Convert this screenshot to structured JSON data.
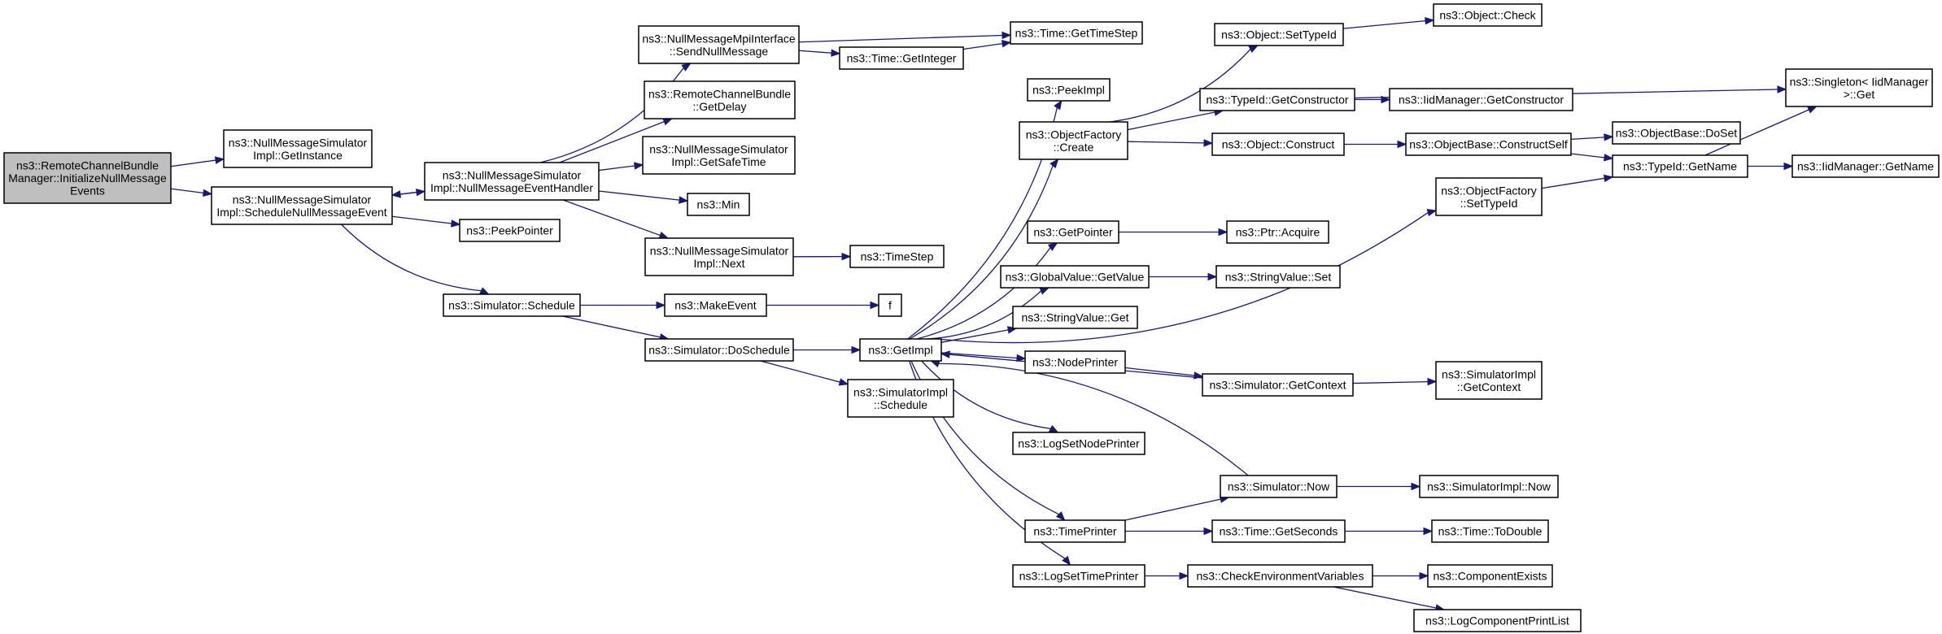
{
  "colors": {
    "background": "#ffffff",
    "node_fill": "#ffffff",
    "root_fill": "#bfbfbf",
    "node_border": "#000000",
    "truncated_border": "#ff0000",
    "edge": "#191970"
  },
  "nodes": [
    {
      "id": "root",
      "lines": [
        "ns3::RemoteChannelBundle",
        "Manager::InitializeNullMessage",
        "Events"
      ],
      "root": true
    },
    {
      "id": "getinstance",
      "lines": [
        "ns3::NullMessageSimulator",
        "Impl::GetInstance"
      ]
    },
    {
      "id": "schednull",
      "lines": [
        "ns3::NullMessageSimulator",
        "Impl::ScheduleNullMessageEvent"
      ]
    },
    {
      "id": "handler",
      "lines": [
        "ns3::NullMessageSimulator",
        "Impl::NullMessageEventHandler"
      ]
    },
    {
      "id": "peekpointer",
      "lines": [
        "ns3::PeekPointer"
      ]
    },
    {
      "id": "simschedule",
      "lines": [
        "ns3::Simulator::Schedule"
      ]
    },
    {
      "id": "sendnull",
      "lines": [
        "ns3::NullMessageMpiInterface",
        "::SendNullMessage"
      ]
    },
    {
      "id": "getdelay",
      "lines": [
        "ns3::RemoteChannelBundle",
        "::GetDelay"
      ]
    },
    {
      "id": "getsafetime",
      "lines": [
        "ns3::NullMessageSimulator",
        "Impl::GetSafeTime"
      ]
    },
    {
      "id": "min",
      "lines": [
        "ns3::Min"
      ]
    },
    {
      "id": "next",
      "lines": [
        "ns3::NullMessageSimulator",
        "Impl::Next"
      ]
    },
    {
      "id": "makeevent",
      "lines": [
        "ns3::MakeEvent"
      ]
    },
    {
      "id": "doschedule",
      "lines": [
        "ns3::Simulator::DoSchedule"
      ]
    },
    {
      "id": "gettimestep",
      "lines": [
        "ns3::Time::GetTimeStep"
      ]
    },
    {
      "id": "getinteger",
      "lines": [
        "ns3::Time::GetInteger"
      ]
    },
    {
      "id": "timestep",
      "lines": [
        "ns3::TimeStep"
      ]
    },
    {
      "id": "f",
      "lines": [
        "f"
      ]
    },
    {
      "id": "getimpl",
      "lines": [
        "ns3::GetImpl"
      ]
    },
    {
      "id": "implschedule",
      "lines": [
        "ns3::SimulatorImpl",
        "::Schedule"
      ]
    },
    {
      "id": "peekimpl",
      "lines": [
        "ns3::PeekImpl"
      ]
    },
    {
      "id": "ofcreate",
      "lines": [
        "ns3::ObjectFactory",
        "::Create"
      ]
    },
    {
      "id": "getpointer",
      "lines": [
        "ns3::GetPointer"
      ]
    },
    {
      "id": "gvgetvalue",
      "lines": [
        "ns3::GlobalValue::GetValue"
      ]
    },
    {
      "id": "svget",
      "lines": [
        "ns3::StringValue::Get"
      ]
    },
    {
      "id": "nodeprinter",
      "lines": [
        "ns3::NodePrinter"
      ]
    },
    {
      "id": "logsetnodeprinter",
      "lines": [
        "ns3::LogSetNodePrinter"
      ]
    },
    {
      "id": "timeprinter",
      "lines": [
        "ns3::TimePrinter"
      ]
    },
    {
      "id": "logsettimeprinter",
      "lines": [
        "ns3::LogSetTimePrinter"
      ]
    },
    {
      "id": "objsettypeid",
      "lines": [
        "ns3::Object::SetTypeId"
      ]
    },
    {
      "id": "tidgetctor",
      "lines": [
        "ns3::TypeId::GetConstructor"
      ]
    },
    {
      "id": "objconstruct",
      "lines": [
        "ns3::Object::Construct"
      ]
    },
    {
      "id": "ofsettypeid",
      "lines": [
        "ns3::ObjectFactory",
        "::SetTypeId"
      ]
    },
    {
      "id": "ptracquire",
      "lines": [
        "ns3::Ptr::Acquire"
      ]
    },
    {
      "id": "svset",
      "lines": [
        "ns3::StringValue::Set"
      ]
    },
    {
      "id": "simgetcontext",
      "lines": [
        "ns3::Simulator::GetContext"
      ]
    },
    {
      "id": "simnow",
      "lines": [
        "ns3::Simulator::Now"
      ]
    },
    {
      "id": "getseconds",
      "lines": [
        "ns3::Time::GetSeconds"
      ]
    },
    {
      "id": "checkenv",
      "lines": [
        "ns3::CheckEnvironmentVariables"
      ]
    },
    {
      "id": "objcheck",
      "lines": [
        "ns3::Object::Check"
      ],
      "truncated": true
    },
    {
      "id": "iidgetctor",
      "lines": [
        "ns3::IidManager::GetConstructor"
      ],
      "truncated": true
    },
    {
      "id": "constructself",
      "lines": [
        "ns3::ObjectBase::ConstructSelf"
      ],
      "truncated": true
    },
    {
      "id": "doset",
      "lines": [
        "ns3::ObjectBase::DoSet"
      ]
    },
    {
      "id": "tidgetname",
      "lines": [
        "ns3::TypeId::GetName"
      ]
    },
    {
      "id": "implgetcontext",
      "lines": [
        "ns3::SimulatorImpl",
        "::GetContext"
      ]
    },
    {
      "id": "implnow",
      "lines": [
        "ns3::SimulatorImpl::Now"
      ]
    },
    {
      "id": "todouble",
      "lines": [
        "ns3::Time::ToDouble"
      ],
      "truncated": true
    },
    {
      "id": "compexists",
      "lines": [
        "ns3::ComponentExists"
      ],
      "truncated": true
    },
    {
      "id": "logcompprint",
      "lines": [
        "ns3::LogComponentPrintList"
      ],
      "truncated": true
    },
    {
      "id": "singleton",
      "lines": [
        "ns3::Singleton< IidManager",
        "  >::Get"
      ]
    },
    {
      "id": "iidgetname",
      "lines": [
        "ns3::IidManager::GetName"
      ],
      "truncated": true
    }
  ],
  "edges": [
    [
      "root",
      "getinstance"
    ],
    [
      "root",
      "schednull"
    ],
    [
      "schednull",
      "handler"
    ],
    [
      "handler",
      "schednull"
    ],
    [
      "schednull",
      "peekpointer"
    ],
    [
      "schednull",
      "simschedule"
    ],
    [
      "handler",
      "sendnull"
    ],
    [
      "handler",
      "getdelay"
    ],
    [
      "handler",
      "getsafetime"
    ],
    [
      "handler",
      "min"
    ],
    [
      "handler",
      "next"
    ],
    [
      "sendnull",
      "gettimestep"
    ],
    [
      "sendnull",
      "getinteger"
    ],
    [
      "getinteger",
      "gettimestep"
    ],
    [
      "next",
      "timestep"
    ],
    [
      "simschedule",
      "makeevent"
    ],
    [
      "simschedule",
      "doschedule"
    ],
    [
      "makeevent",
      "f"
    ],
    [
      "doschedule",
      "getimpl"
    ],
    [
      "doschedule",
      "implschedule"
    ],
    [
      "getimpl",
      "peekimpl"
    ],
    [
      "getimpl",
      "ofcreate"
    ],
    [
      "getimpl",
      "ofsettypeid"
    ],
    [
      "getimpl",
      "getpointer"
    ],
    [
      "getimpl",
      "gvgetvalue"
    ],
    [
      "getimpl",
      "svget"
    ],
    [
      "getimpl",
      "nodeprinter"
    ],
    [
      "getimpl",
      "logsetnodeprinter"
    ],
    [
      "getimpl",
      "timeprinter"
    ],
    [
      "getimpl",
      "logsettimeprinter"
    ],
    [
      "simgetcontext",
      "getimpl"
    ],
    [
      "simnow",
      "getimpl"
    ],
    [
      "ofcreate",
      "objsettypeid"
    ],
    [
      "ofcreate",
      "tidgetctor"
    ],
    [
      "ofcreate",
      "objconstruct"
    ],
    [
      "objsettypeid",
      "objcheck"
    ],
    [
      "tidgetctor",
      "iidgetctor"
    ],
    [
      "tidgetctor",
      "singleton"
    ],
    [
      "objconstruct",
      "constructself"
    ],
    [
      "constructself",
      "doset"
    ],
    [
      "constructself",
      "tidgetname"
    ],
    [
      "ofsettypeid",
      "tidgetname"
    ],
    [
      "tidgetname",
      "singleton"
    ],
    [
      "tidgetname",
      "iidgetname"
    ],
    [
      "getpointer",
      "ptracquire"
    ],
    [
      "gvgetvalue",
      "svset"
    ],
    [
      "nodeprinter",
      "simgetcontext"
    ],
    [
      "simgetcontext",
      "implgetcontext"
    ],
    [
      "timeprinter",
      "simnow"
    ],
    [
      "timeprinter",
      "getseconds"
    ],
    [
      "simnow",
      "implnow"
    ],
    [
      "getseconds",
      "todouble"
    ],
    [
      "logsettimeprinter",
      "checkenv"
    ],
    [
      "checkenv",
      "compexists"
    ],
    [
      "checkenv",
      "logcompprint"
    ]
  ]
}
